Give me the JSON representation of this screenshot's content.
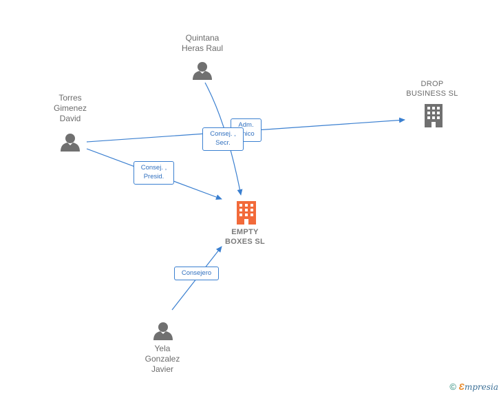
{
  "nodes": {
    "quintana": {
      "label": "Quintana\nHeras Raul",
      "type": "person"
    },
    "torres": {
      "label": "Torres\nGimenez\nDavid",
      "type": "person"
    },
    "yela": {
      "label": "Yela\nGonzalez\nJavier",
      "type": "person"
    },
    "drop": {
      "label": "DROP\nBUSINESS SL",
      "type": "company"
    },
    "empty": {
      "label": "EMPTY\nBOXES SL",
      "type": "company-focus"
    }
  },
  "edges": {
    "adm": {
      "label": "Adm.\nÚnico",
      "from": "torres",
      "to": "drop"
    },
    "consej_secr": {
      "label": "Consej. ,\nSecr.",
      "from": "quintana",
      "to": "empty"
    },
    "consej_presid": {
      "label": "Consej. ,\nPresid.",
      "from": "torres",
      "to": "empty"
    },
    "consejero": {
      "label": "Consejero",
      "from": "yela",
      "to": "empty"
    }
  },
  "colors": {
    "edge": "#3a7fd0",
    "person_icon": "#707070",
    "company_icon": "#707070",
    "focus_company_icon": "#f26a3a"
  },
  "footer": {
    "copyright": "©",
    "brand_e": "Ɛ",
    "brand_rest": "mpresia"
  }
}
